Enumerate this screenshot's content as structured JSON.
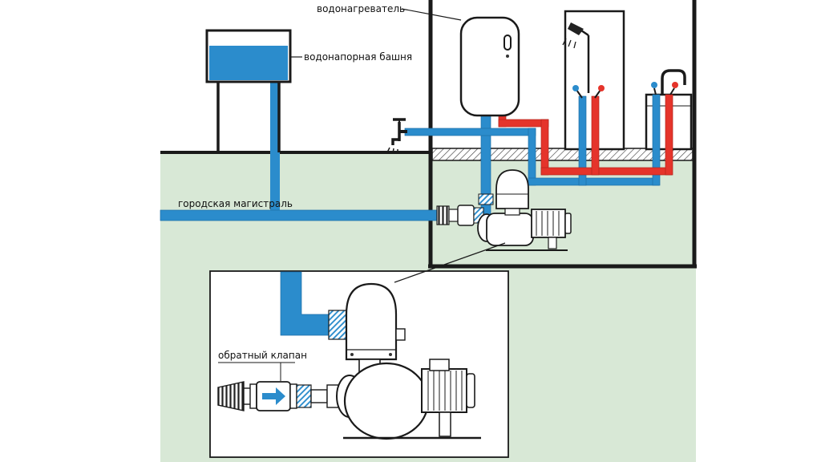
{
  "labels": {
    "water_heater": "водонагреватель",
    "water_tower": "водонапорная башня",
    "city_main": "городская магистраль",
    "check_valve": "обратный клапан"
  },
  "colors": {
    "cold_pipe": "#2b8ccc",
    "hot_pipe": "#e5342b",
    "ground": "#d8e8d6",
    "outline": "#1a1a1a",
    "background": "#ffffff",
    "label_text": "#111111"
  }
}
